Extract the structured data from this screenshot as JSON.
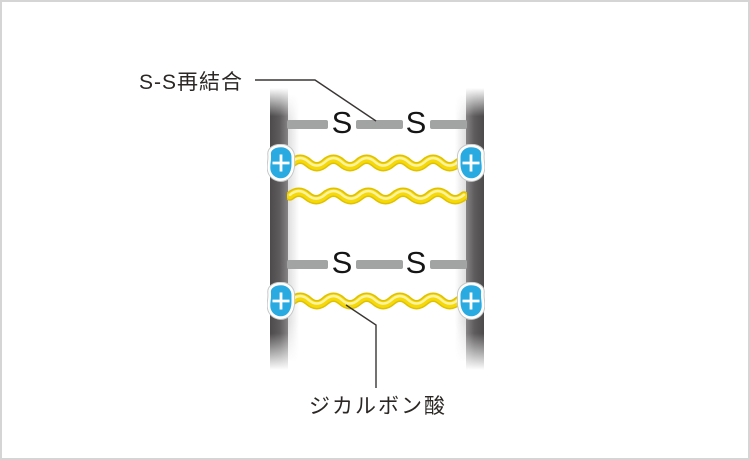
{
  "diagram": {
    "top_label": "S-S再結合",
    "bottom_label": "ジカルボン酸",
    "sulfur_letter": "S",
    "plus_symbol": "+",
    "bond_rows": 2,
    "acid_strands": 3
  },
  "icons": {
    "plus_icon": "+"
  },
  "colors": {
    "hair_strand_gray": "#5f5d5d",
    "bond_bar_gray": "#a2a3a3",
    "acid_yellow": "#f5d90a",
    "acid_edge_yellow": "#e0c100",
    "acid_highlight": "#fdf3a0",
    "plus_blue": "#29abe2",
    "label_text": "#2b2725",
    "leader_line": "#3a3635",
    "frame_border": "#d5d5d5"
  }
}
